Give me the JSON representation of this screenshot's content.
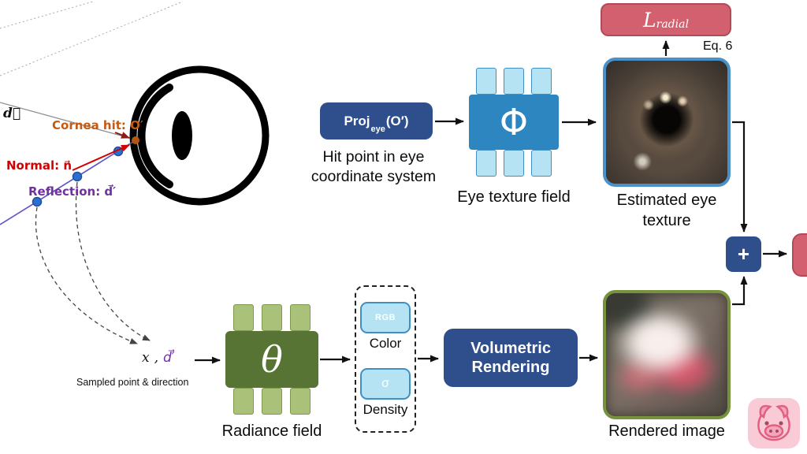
{
  "colors": {
    "navy": "#2f4e8c",
    "field_blue": "#2e86c1",
    "chip_blue": "#b5e3f4",
    "chip_blue_border": "#3f8fc5",
    "rose": "#d2606e",
    "rose_border": "#b24a58",
    "olive": "#577434",
    "chip_olive": "#a9c178",
    "chip_olive_border": "#7c9a4a",
    "border_blue": "#4a90c9",
    "border_green": "#76923c",
    "orange": "#c55a11",
    "red": "#d40000",
    "dark_red": "#8b1d15",
    "purple": "#7030a0",
    "ray_indigo": "#5a54c8",
    "dot_blue": "#2e6fce",
    "cornea_dot": "#b4560f",
    "pig_bg": "#f8cbd6",
    "pig_line": "#e2607f",
    "pig_mid": "#f3a6bd",
    "pig_dark": "#a84a62"
  },
  "eye_diagram": {
    "d_vector": "d⃗",
    "cornea_hit": "Cornea hit: O′",
    "normal": "Normal: n⃗",
    "reflection": "Reflection: d⃗′",
    "sampled_x": "x",
    "sampled_comma": ",",
    "sampled_d": "d⃗′",
    "sampled_caption": "Sampled point & direction"
  },
  "top_flow": {
    "proj_main": "Proj",
    "proj_sub": "eye",
    "proj_arg": "(O′)",
    "hit_l1": "Hit point in eye",
    "hit_l2": "coordinate system",
    "phi": "Φ",
    "field_label": "Eye texture field",
    "estimated_l1": "Estimated eye",
    "estimated_l2": "texture",
    "loss_main": "L",
    "loss_sub": "radial",
    "eq": "Eq. 6"
  },
  "bottom_flow": {
    "theta": "θ",
    "radiance_label": "Radiance field",
    "rgb": "RGB",
    "color_label": "Color",
    "sigma": "σ",
    "density_label": "Density",
    "volumetric_l1": "Volumetric",
    "volumetric_l2": "Rendering",
    "rendered_label": "Rendered image"
  },
  "combine": {
    "plus": "+"
  }
}
